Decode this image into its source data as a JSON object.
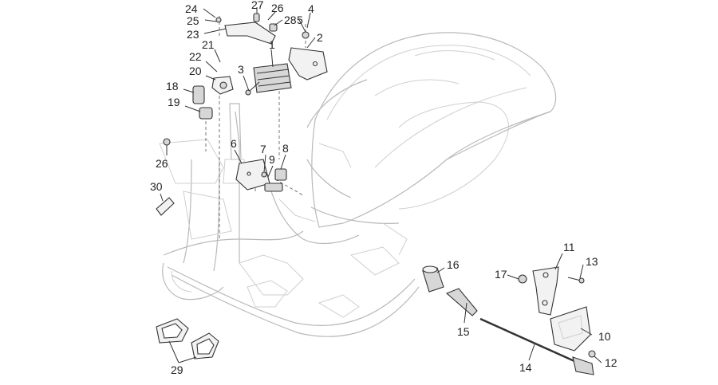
{
  "diagram": {
    "callouts": [
      {
        "id": "c24",
        "text": "24"
      },
      {
        "id": "c27",
        "text": "27"
      },
      {
        "id": "c26a",
        "text": "26"
      },
      {
        "id": "c25",
        "text": "25"
      },
      {
        "id": "c28",
        "text": "28"
      },
      {
        "id": "c4",
        "text": "4"
      },
      {
        "id": "c5",
        "text": "5"
      },
      {
        "id": "c23",
        "text": "23"
      },
      {
        "id": "c2",
        "text": "2"
      },
      {
        "id": "c21",
        "text": "21"
      },
      {
        "id": "c1",
        "text": "1"
      },
      {
        "id": "c22",
        "text": "22"
      },
      {
        "id": "c3",
        "text": "3"
      },
      {
        "id": "c20",
        "text": "20"
      },
      {
        "id": "c18",
        "text": "18"
      },
      {
        "id": "c19",
        "text": "19"
      },
      {
        "id": "c6",
        "text": "6"
      },
      {
        "id": "c8",
        "text": "8"
      },
      {
        "id": "c7",
        "text": "7"
      },
      {
        "id": "c9",
        "text": "9"
      },
      {
        "id": "c26b",
        "text": "26"
      },
      {
        "id": "c30",
        "text": "30"
      },
      {
        "id": "c11",
        "text": "11"
      },
      {
        "id": "c13",
        "text": "13"
      },
      {
        "id": "c16",
        "text": "16"
      },
      {
        "id": "c17",
        "text": "17"
      },
      {
        "id": "c15",
        "text": "15"
      },
      {
        "id": "c10",
        "text": "10"
      },
      {
        "id": "c12",
        "text": "12"
      },
      {
        "id": "c14",
        "text": "14"
      },
      {
        "id": "c29",
        "text": "29"
      }
    ]
  }
}
